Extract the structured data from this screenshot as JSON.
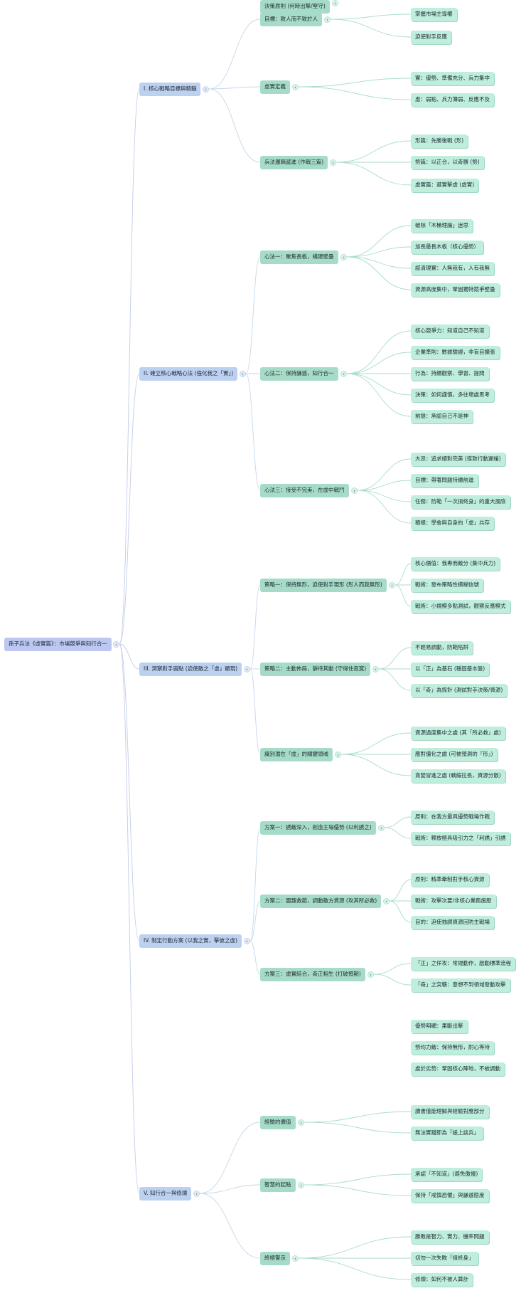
{
  "root": {
    "label": "孫子兵法《虛實篇》：市場競爭與知行合一",
    "children": [
      {
        "label": "I. 核心戰略目標與精髓",
        "children": [
          {
            "label": "目標：致人而不致於人",
            "children": [
              "掌握市場主導權",
              "迫使對手反應"
            ]
          },
          {
            "label": "虛實定義",
            "children": [
              "實：優勢、準備充分、兵力集中",
              "虛：弱點、兵力薄弱、反應不及"
            ]
          },
          {
            "label": "兵法邏輯遞進 (作戰三篇)",
            "children": [
              "形篇：先勝後戰 (形)",
              "勢篇：以正合，以奇勝 (勢)",
              "虛實篇：避實擊虛 (虛實)"
            ]
          }
        ]
      },
      {
        "label": "II. 確立核心戰略心法 (強化我之「實」)",
        "children": [
          {
            "label": "心法一：聚焦長板，構建壁壘",
            "children": [
              "破除「木桶理論」迷思",
              "加長最長木板（核心優勢）",
              "認清現實：人無我有，人有我無",
              "資源高度集中，鞏固獨特競爭壁壘"
            ]
          },
          {
            "label": "心法二：保持謙遜，知行合一",
            "children": [
              "核心競爭力：知道自己不知道",
              "企業準則：數據驗證，非盲目擴張",
              "行為：持續觀察、學習、提問",
              "決策：如何謹慎，多往壞處思考",
              "前提：承認自己不是神"
            ]
          },
          {
            "label": "心法三：接受不完美，在虛中戰鬥",
            "children": [
              "大忌：追求絕對完美 (導致行動遲緩)",
              "目標：帶著問題持續前進",
              "任務：防範「一次摃終身」的重大風險",
              "積極：學會與自身的「虛」共存"
            ]
          }
        ]
      },
      {
        "label": "III. 洞察對手弱點 (迫使敵之「虛」顯現)",
        "children": [
          {
            "label": "策略一：保持無形，迫使對手現形 (形人而我無形)",
            "children": [
              "核心價值：我專而敵分 (集中兵力)",
              "戰術：發布策略性模糊信號",
              "戰術：小規模多點測試，觀察反應模式"
            ]
          },
          {
            "label": "策略二：主動佈局，靜待其動 (守得住寂寞)",
            "children": [
              "不輕易調動，防範陷阱",
              "以「正」為基石 (穩固基本盤)",
              "以「奇」為探針 (測試對手決策/資源)"
            ]
          },
          {
            "label": "識別潛在「虛」的關鍵領域",
            "children": [
              "資源過度集中之處 (其「所必救」處)",
              "應對僵化之處 (可被預測的「形」)",
              "貪婪冒進之處 (戰線拉長，資源分散)"
            ]
          }
        ]
      },
      {
        "label": "IV. 制定行動方案 (以我之實，擊彼之虛)",
        "children": [
          {
            "label": "方案一：誘敵深入，創造主場優勢 (以利誘之)",
            "children": [
              "原則：在我方最具優勢戰場作戰",
              "戰術：釋放極具吸引力之「利誘」引誘"
            ]
          },
          {
            "label": "方案二：圍魏救趙，調動敵方資源 (攻其所必救)",
            "children": [
              "原則：精準牽制對手核心資源",
              "戰術：攻擊次要/非核心業務施壓",
              "目的：迫使抽調資源回防主戰場"
            ]
          },
          {
            "label": "方案三：虛實結合，奇正相生 (打破預期)",
            "children": [
              "「正」之佯攻：常規動作，啟動標準流程",
              "「奇」之突襲：意想不到領域發動攻擊"
            ]
          },
          {
            "label": "決策原則 (何時出擊/堅守)",
            "children": [
              "優勢明顯：果斷出擊",
              "勢均力敵：保持無形，耐心等待",
              "處於劣勢：鞏固核心陣地，不被調動"
            ]
          }
        ]
      },
      {
        "label": "V. 知行合一與修煉",
        "children": [
          {
            "label": "經驗的價值",
            "children": [
              "讀書僅能理解與經驗對應部分",
              "無法實踐即為「紙上談兵」"
            ]
          },
          {
            "label": "智慧的起點",
            "children": [
              "承認「不知道」(避免傲慢)",
              "保持「戒慎恐懼」與謙遜態度"
            ]
          },
          {
            "label": "終極警示",
            "children": [
              "勝敗是智力、實力、機率問題",
              "切勿一次失敗「摃終身」",
              "修煉：如何不被人算計"
            ]
          }
        ]
      }
    ]
  }
}
